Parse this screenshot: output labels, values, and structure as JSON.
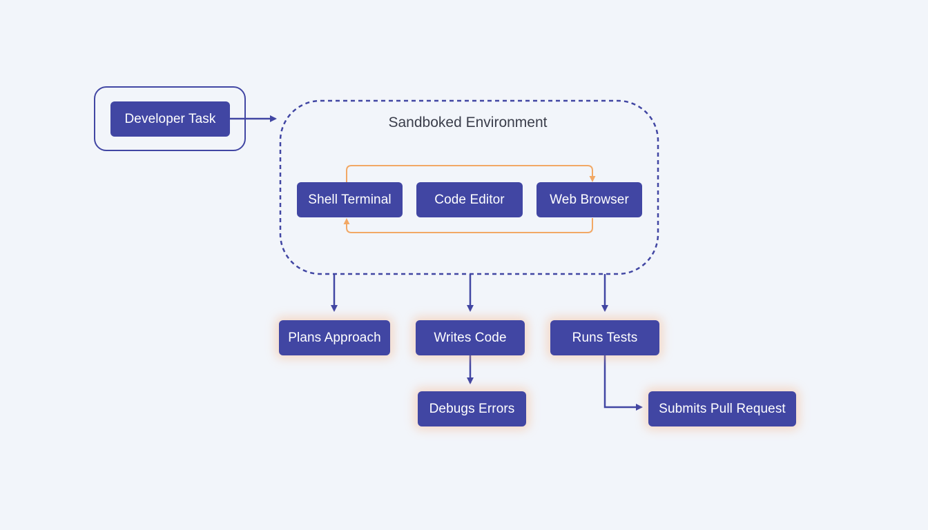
{
  "diagram": {
    "input": {
      "label": "Developer Task"
    },
    "environment": {
      "title": "Sandboked Environment",
      "tools": [
        {
          "label": "Shell Terminal"
        },
        {
          "label": "Code Editor"
        },
        {
          "label": "Web Browser"
        }
      ]
    },
    "outputs": [
      {
        "label": "Plans Approach"
      },
      {
        "label": "Writes Code"
      },
      {
        "label": "Runs Tests"
      }
    ],
    "followups": [
      {
        "label": "Debugs Errors"
      },
      {
        "label": "Submits Pull Request"
      }
    ]
  },
  "colors": {
    "node_fill": "#4146a3",
    "node_text": "#ffffff",
    "connector": "#4146a3",
    "tool_loop": "#f2a865",
    "glow": "#f7aa78",
    "background": "#f2f5fa"
  }
}
